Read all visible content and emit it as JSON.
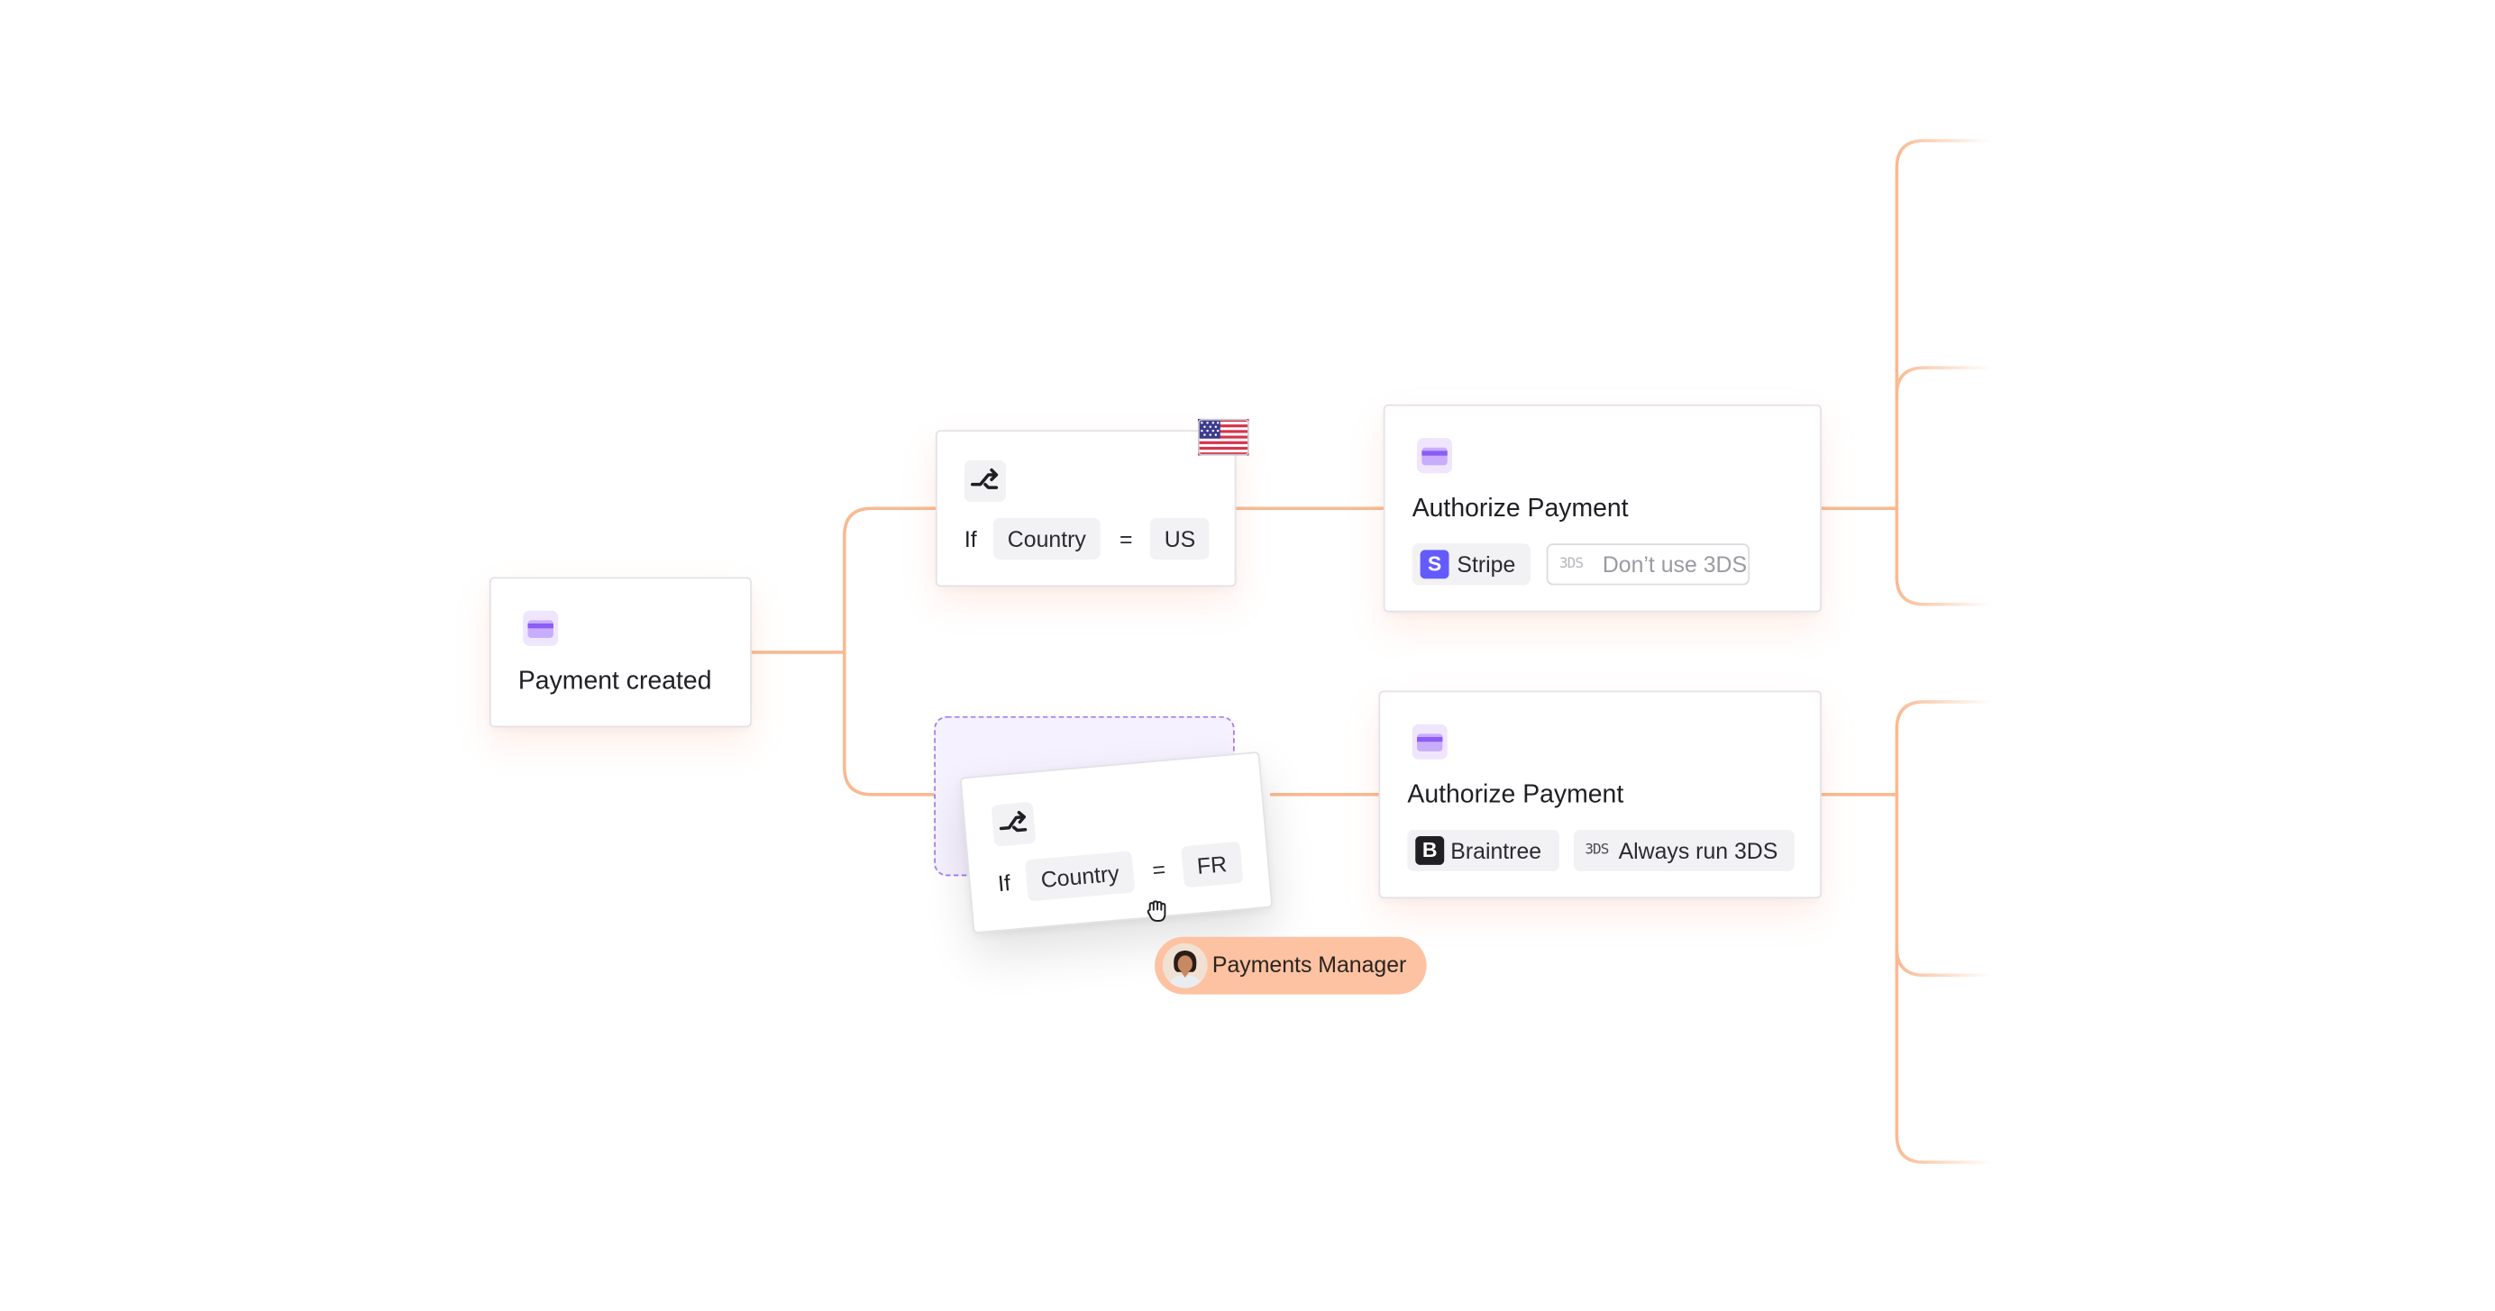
{
  "colors": {
    "connector": "#f9b991",
    "accent": "#8b5cf6",
    "stripe": "#635bff",
    "braintree": "#1f1f24",
    "user_pill": "#fcc2a2",
    "ghost_slot_border": "#a07ef2"
  },
  "trigger": {
    "icon": "credit-card-icon",
    "title": "Payment created"
  },
  "conditions": [
    {
      "icon": "branch-icon",
      "if_label": "If",
      "field": "Country",
      "operator": "=",
      "value": "US",
      "badge_icon": "us-flag-icon"
    },
    {
      "icon": "branch-icon",
      "if_label": "If",
      "field": "Country",
      "operator": "=",
      "value": "FR",
      "state": "dragging"
    }
  ],
  "actions": [
    {
      "icon": "credit-card-icon",
      "title": "Authorize Payment",
      "provider": {
        "logo_letter": "S",
        "name": "Stripe"
      },
      "threeds": {
        "icon_text": "3DS",
        "label": "Don’t use 3DS",
        "enabled": false
      }
    },
    {
      "icon": "credit-card-icon",
      "title": "Authorize Payment",
      "provider": {
        "logo_letter": "B",
        "name": "Braintree"
      },
      "threeds": {
        "icon_text": "3DS",
        "label": "Always run 3DS",
        "enabled": true
      }
    }
  ],
  "collaborator": {
    "name": "Payments Manager",
    "avatar": "user-avatar",
    "cursor_icon": "grab-hand-icon"
  }
}
